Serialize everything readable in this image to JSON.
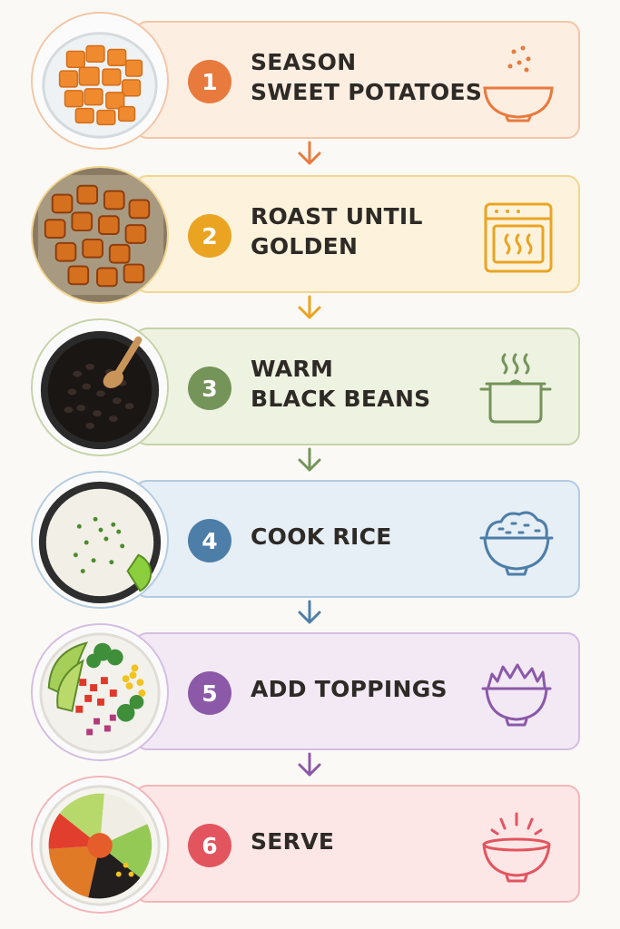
{
  "steps": [
    {
      "number": "1",
      "line1": "SEASON",
      "line2": "SWEET POTATOES",
      "color": "#e87a3e",
      "tint": "#fdeee2",
      "border": "#f3c6a6",
      "icon": "bowl-sprinkle-icon",
      "image": "raw-sweet-potato-cubes"
    },
    {
      "number": "2",
      "line1": "ROAST UNTIL",
      "line2": "GOLDEN",
      "color": "#eaa422",
      "tint": "#fdf3dd",
      "border": "#f3d590",
      "icon": "oven-icon",
      "image": "roasted-sweet-potatoes"
    },
    {
      "number": "3",
      "line1": "WARM",
      "line2": "BLACK BEANS",
      "color": "#74945a",
      "tint": "#eef2e1",
      "border": "#c5d3a9",
      "icon": "steaming-pot-icon",
      "image": "black-beans-pot"
    },
    {
      "number": "4",
      "line1": "COOK RICE",
      "line2": "",
      "color": "#4d7ea8",
      "tint": "#e6eef6",
      "border": "#b3cbe1",
      "icon": "rice-bowl-icon",
      "image": "cilantro-rice"
    },
    {
      "number": "5",
      "line1": "ADD TOPPINGS",
      "line2": "",
      "color": "#8b59a8",
      "tint": "#f2e9f5",
      "border": "#d4bde2",
      "icon": "salad-bowl-icon",
      "image": "toppings-bowl"
    },
    {
      "number": "6",
      "line1": "SERVE",
      "line2": "",
      "color": "#e2555f",
      "tint": "#fde6e6",
      "border": "#f2b6ba",
      "icon": "serving-bowl-icon",
      "image": "burrito-bowl"
    }
  ]
}
